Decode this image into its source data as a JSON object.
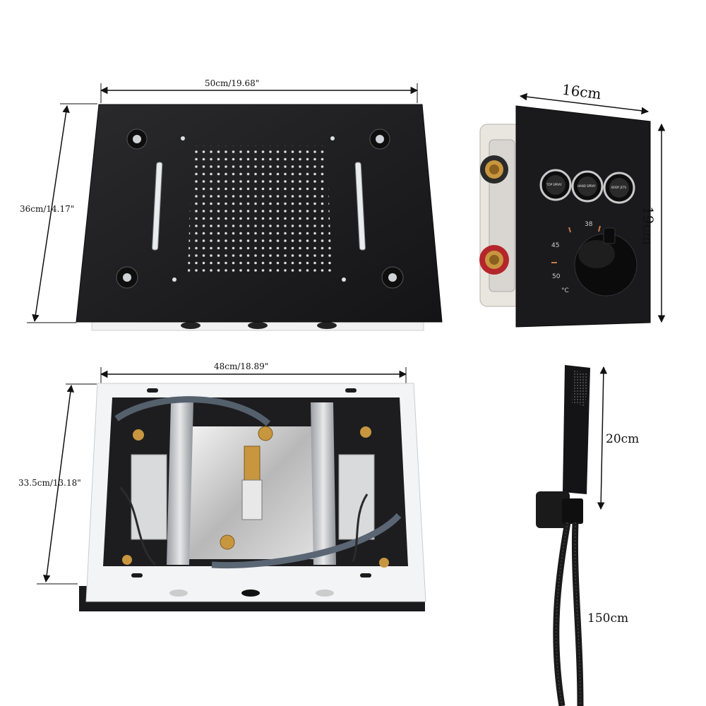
{
  "dimensions": {
    "rain_width": "50cm/19.68\"",
    "rain_height": "36cm/14.17\"",
    "box_width": "48cm/18.89\"",
    "box_height": "33.5cm/13.18\"",
    "valve_width": "16cm",
    "valve_height": "19cm",
    "handheld_length": "20cm",
    "hose_length": "150cm"
  },
  "valve": {
    "button_labels": [
      "TOP SPRAY",
      "HAND SPRAY",
      "BODY JETS"
    ],
    "scale_38": "38",
    "scale_45": "45",
    "scale_50": "50",
    "unit": "°C"
  },
  "colors": {
    "panel": "#1b1b1d",
    "metal": "#b9b9b9",
    "brass": "#c8963e",
    "hot": "#c0262b"
  }
}
